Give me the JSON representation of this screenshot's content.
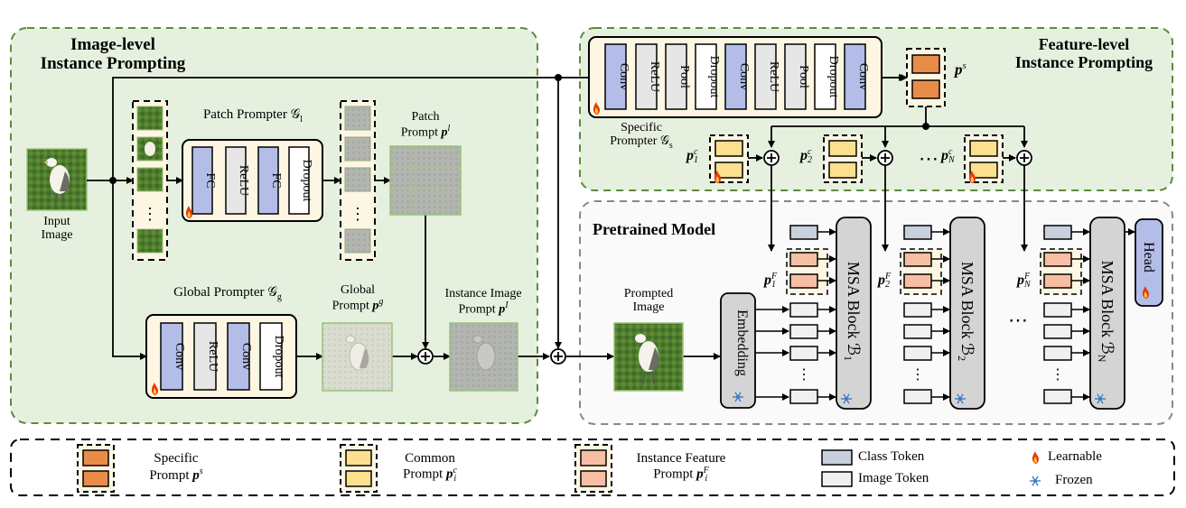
{
  "image_level": {
    "title_line1": "Image-level",
    "title_line2": "Instance Prompting"
  },
  "feature_level": {
    "title_line1": "Feature-level",
    "title_line2": "Instance Prompting"
  },
  "pretrained": {
    "title": "Pretrained Model"
  },
  "input_image": {
    "label_line1": "Input",
    "label_line2": "Image"
  },
  "patch_prompter": {
    "label": "Patch Prompter 𝒢",
    "sub": "l",
    "layers": [
      "FC",
      "ReLU",
      "FC",
      "Dropout"
    ]
  },
  "patch_prompt": {
    "line1": "Patch",
    "line2": "Prompt ",
    "sym": "p",
    "sup": "l"
  },
  "global_prompter": {
    "label": "Global Prompter 𝒢",
    "sub": "g",
    "layers": [
      "Conv",
      "ReLU",
      "Conv",
      "Dropout"
    ]
  },
  "global_prompt": {
    "line1": "Global",
    "line2": "Prompt ",
    "sym": "p",
    "sup": "g"
  },
  "instance_image_prompt": {
    "line1": "Instance Image",
    "line2": "Prompt ",
    "sym": "p",
    "sup": "I"
  },
  "prompted_image": {
    "line1": "Prompted",
    "line2": "Image"
  },
  "specific_prompter": {
    "line1": "Specific",
    "line2": "Prompter 𝒢",
    "sub": "s",
    "layers": [
      "Conv",
      "ReLU",
      "Pool",
      "Dropout",
      "Conv",
      "ReLU",
      "Pool",
      "Dropout",
      "Conv"
    ]
  },
  "specific_prompt_label": {
    "sym": "p",
    "sup": "s"
  },
  "common_prompts": [
    {
      "sub": "1",
      "sup": "c"
    },
    {
      "sub": "2",
      "sup": "c"
    },
    {
      "sub": "N",
      "sup": "c"
    }
  ],
  "instance_feature_prompts": [
    {
      "sub": "1",
      "sup": "F"
    },
    {
      "sub": "2",
      "sup": "F"
    },
    {
      "sub": "N",
      "sup": "F"
    }
  ],
  "embedding": {
    "label": "Embedding"
  },
  "msa_blocks": [
    {
      "label": "MSA  Block ℬ",
      "sub": "1"
    },
    {
      "label": "MSA  Block ℬ",
      "sub": "2"
    },
    {
      "label": "MSA  Block ℬ",
      "sub": "N"
    }
  ],
  "head": {
    "label": "Head"
  },
  "ellipsis": "⋯",
  "vdots": "⋮",
  "legend": {
    "specific": {
      "line1": "Specific",
      "line2": "Prompt ",
      "sym": "p",
      "sup": "s"
    },
    "common": {
      "line1": "Common",
      "line2": "Prompt ",
      "sym": "p",
      "sub": "i",
      "sup": "c"
    },
    "instance_feature": {
      "line1": "Instance Feature",
      "line2": "Prompt ",
      "sym": "p",
      "sub": "i",
      "sup": "F"
    },
    "class_token": "Class Token",
    "image_token": "Image Token",
    "learnable": "Learnable",
    "frozen": "Frozen"
  },
  "colors": {
    "green_panel": "#e6f0df",
    "green_border": "#5b8c3a",
    "gray_border": "#888888",
    "cream": "#fdf6e3",
    "blue_layer": "#b3bde8",
    "gray_layer": "#e6e6e6",
    "white_layer": "#ffffff",
    "orange": "#e98c4a",
    "yellow": "#fbe08f",
    "salmon": "#f6bfa3",
    "class_token": "#c8d0dc",
    "image_token": "#f0f0f0",
    "msa": "#d4d4d4"
  }
}
